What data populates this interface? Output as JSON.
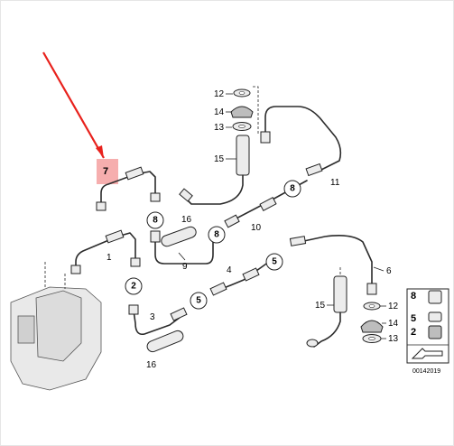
{
  "diagram": {
    "callouts": {
      "p1": "1",
      "p2": "2",
      "p3": "3",
      "p4": "4",
      "p5": "5",
      "p6": "6",
      "p7": "7",
      "p8": "8",
      "p9": "9",
      "p10": "10",
      "p11": "11",
      "p12": "12",
      "p13": "13",
      "p14": "14",
      "p15": "15",
      "p16": "16"
    },
    "circled": {
      "c8a": "8",
      "c8b": "8",
      "c8c": "8",
      "c5a": "5",
      "c5b": "5",
      "c2": "2"
    },
    "legend": {
      "r1": "8",
      "r2": "5",
      "r3": "2"
    },
    "drawing_code": "00142019",
    "colors": {
      "highlight": "#f4a0a0",
      "arrow": "#e8211c"
    }
  }
}
